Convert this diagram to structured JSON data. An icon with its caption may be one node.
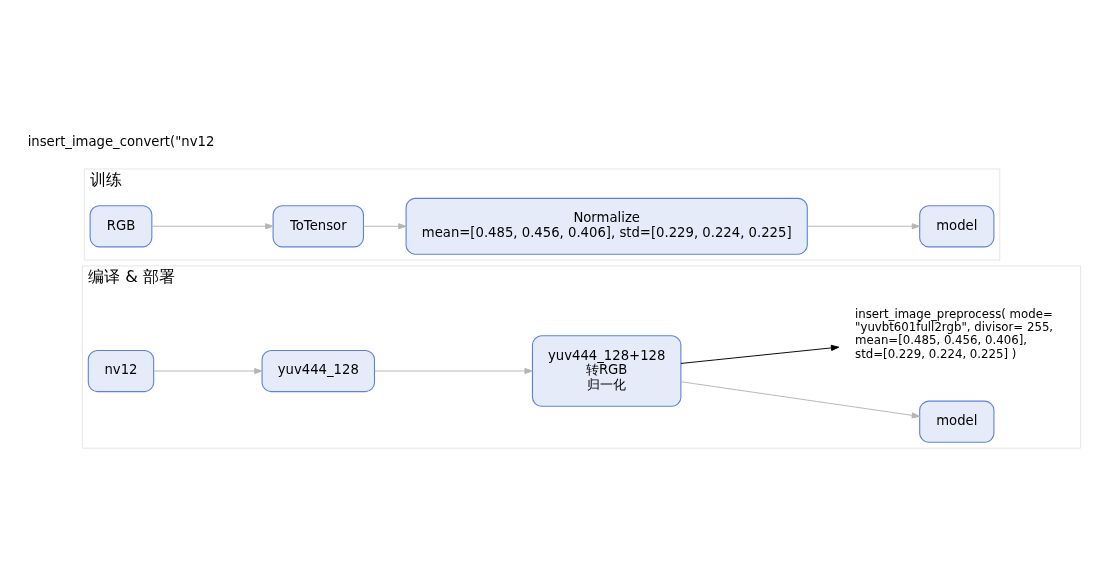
{
  "diagram": {
    "nodes": [
      {
        "text": [
          "训练"
        ]
      },
      {
        "text": [
          "RGB"
        ],
        "in": 0
      },
      {
        "text": [
          "ToTensor"
        ],
        "in": 0
      },
      {
        "text": [
          "Normalize",
          "mean=[0.485, 0.456, 0.406], std=[0.229, 0.224, 0.225]"
        ],
        "in": 0
      },
      {
        "text": [
          "model"
        ],
        "in": 0
      },
      {
        "text": [
          "编译 & 部署"
        ]
      },
      {
        "text": [
          "nv12"
        ],
        "in": 5
      },
      {
        "text": [
          "yuv444_128"
        ],
        "in": 5
      },
      {
        "text": [
          "yuv444_128+128",
          "转RGB",
          "归一化"
        ],
        "in": 5
      },
      {
        "text": [
          "model"
        ],
        "in": 5
      },
      {
        "text": [
          "insert_image_preprocess( mode= \"yuvbt601full2rgb\", divisor= 255, mean=[0.485, 0.456, 0.406], std=[0.229, 0.224, 0.225] )"
        ],
        "in": 5
      }
    ],
    "edges": [
      {
        "from": 1,
        "to": 2,
        "arrow": "to"
      },
      {
        "from": 2,
        "to": 3,
        "arrow": "to"
      },
      {
        "from": 3,
        "to": 4,
        "arrow": "to"
      },
      {
        "from": 6,
        "to": 7,
        "arrow": "to"
      },
      {
        "from": 7,
        "to": 8,
        "arrow": "to"
      },
      {
        "from": 8,
        "to": 9,
        "arrow": "to"
      },
      {
        "from": 8,
        "to": 10,
        "arrow": "to",
        "color": "#000000"
      }
    ],
    "labels": [
      "insert_image_convert(\"nv12"
    ]
  }
}
